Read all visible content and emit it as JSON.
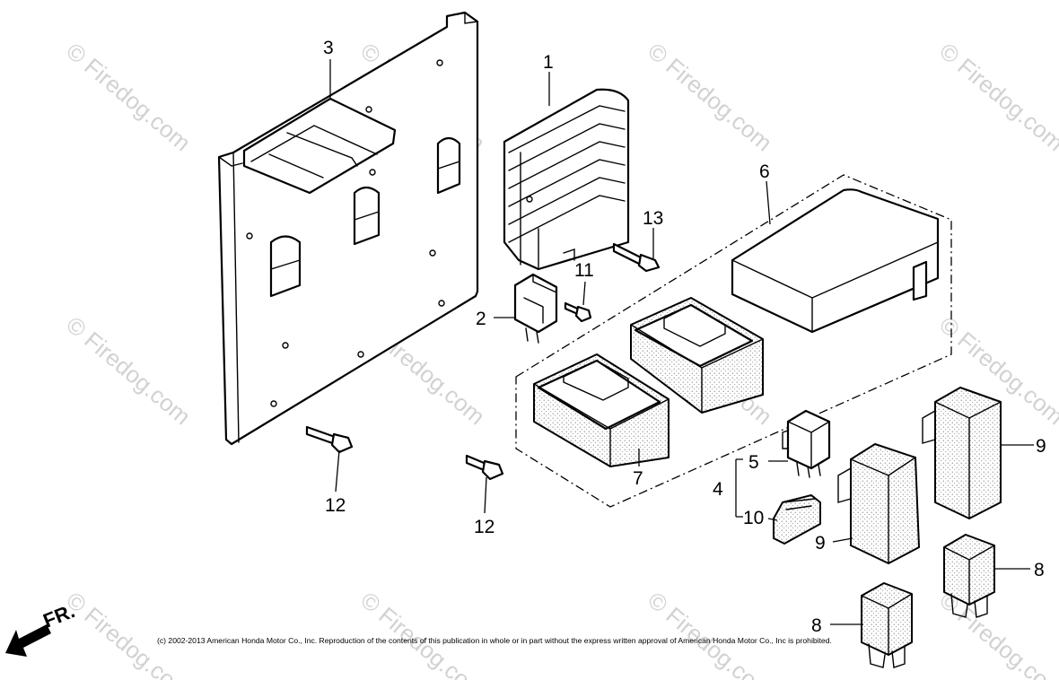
{
  "callouts": {
    "c1": "1",
    "c2": "2",
    "c3": "3",
    "c4": "4",
    "c5": "5",
    "c6": "6",
    "c7": "7",
    "c8a": "8",
    "c8b": "8",
    "c9a": "9",
    "c9b": "9",
    "c10": "10",
    "c11": "11",
    "c12a": "12",
    "c12b": "12",
    "c13": "13"
  },
  "watermark": "© Firedog.com",
  "copyright": "(c) 2002-2013 American Honda Motor Co., Inc. Reproduction of the contents of this publication in whole or in part without the express written approval of American Honda Motor Co., Inc is prohibited.",
  "direction_label": "FR."
}
